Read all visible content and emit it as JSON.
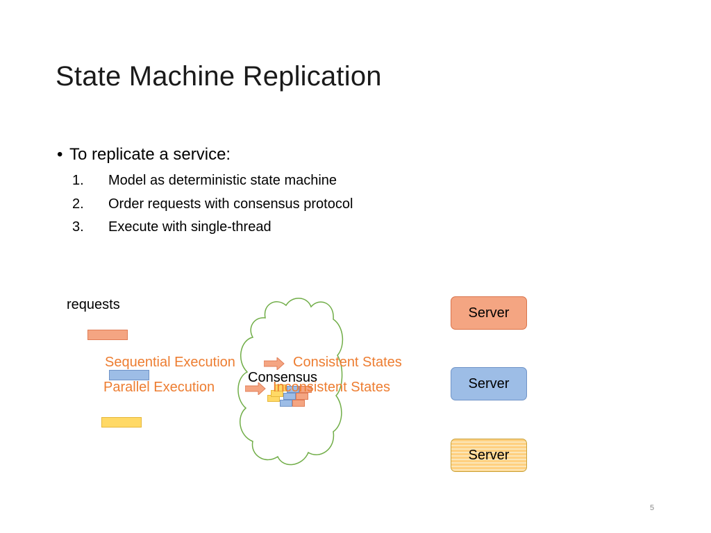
{
  "slide": {
    "title": "State Machine Replication",
    "bullet": "To replicate a service:",
    "steps": [
      {
        "num": "1.",
        "text": "Model as deterministic state machine"
      },
      {
        "num": "2.",
        "text": "Order requests with consensus protocol"
      },
      {
        "num": "3.",
        "text": "Execute with single-thread"
      }
    ],
    "page_number": "5"
  },
  "diagram": {
    "requests_label": "requests",
    "cloud_label": "Consensus",
    "sequential": {
      "from": "Sequential Execution",
      "to": "Consistent States"
    },
    "parallel": {
      "from": "Parallel Execution",
      "to": "Inconsistent States"
    },
    "servers": [
      {
        "label": "Server",
        "style": "orange"
      },
      {
        "label": "Server",
        "style": "blue"
      },
      {
        "label": "Server",
        "style": "striped-yellow"
      }
    ],
    "request_colors": [
      "orange",
      "blue",
      "yellow"
    ]
  },
  "colors": {
    "accent_text": "#ed7d31",
    "cloud_stroke": "#70ad47",
    "orange_fill": "#f4a582",
    "blue_fill": "#9dbde6",
    "yellow_fill": "#ffd966"
  }
}
